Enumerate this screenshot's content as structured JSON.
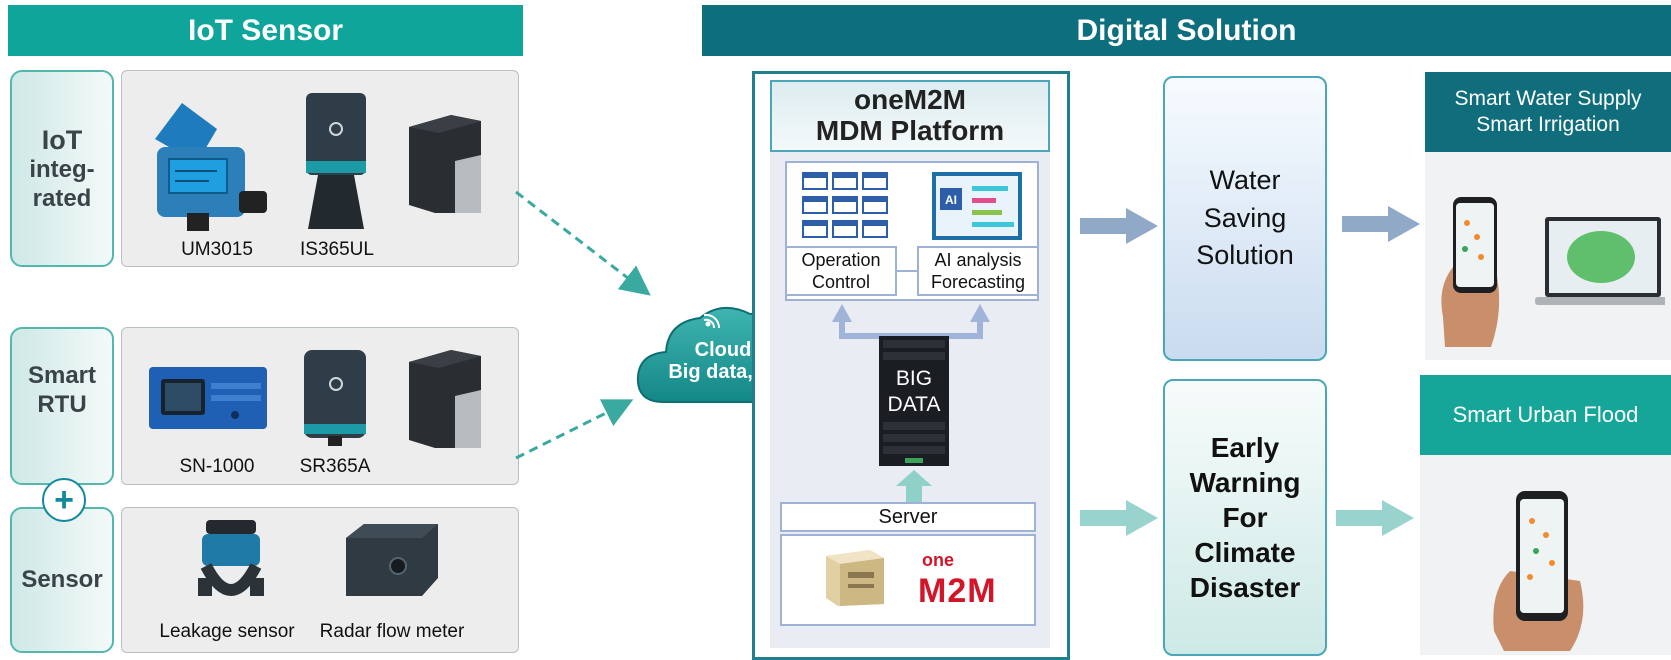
{
  "headers": {
    "iot_sensor": "IoT Sensor",
    "digital_solution": "Digital Solution"
  },
  "categories": {
    "iot_integrated": [
      "IoT",
      "integ-",
      "rated"
    ],
    "smart_rtu": [
      "Smart",
      "RTU"
    ],
    "sensor": "Sensor",
    "plus": "+"
  },
  "devices": {
    "um3015": "UM3015",
    "is365ul": "IS365UL",
    "sn1000": "SN-1000",
    "sr365a": "SR365A",
    "leakage": "Leakage sensor",
    "radar": "Radar flow meter"
  },
  "cloud": {
    "line1": "Cloud",
    "line2": "Big data, AI"
  },
  "platform": {
    "title_line1": "oneM2M",
    "title_line2": "MDM Platform",
    "op_line1": "Operation",
    "op_line2": "Control",
    "ai_line1": "AI analysis",
    "ai_line2": "Forecasting",
    "ai_chip": "AI",
    "big_data_line1": "BIG",
    "big_data_line2": "DATA",
    "server": "Server",
    "onem2m_logo_top": "one",
    "onem2m_logo_bottom": "M2M"
  },
  "solutions": {
    "water": [
      "Water",
      "Saving",
      "Solution"
    ],
    "early": [
      "Early",
      "Warning",
      "For",
      "Climate",
      "Disaster"
    ]
  },
  "results": {
    "water_line1": "Smart Water Supply",
    "water_line2": "Smart Irrigation",
    "flood": "Smart Urban Flood"
  },
  "colors": {
    "teal_header": "#10a59b",
    "dark_teal_header": "#0d6e7d",
    "flood_header": "#15a699",
    "arrow_blue": "#8fa9c6",
    "arrow_teal": "#98d3cd",
    "dashed_arrow": "#3aa9a0"
  }
}
